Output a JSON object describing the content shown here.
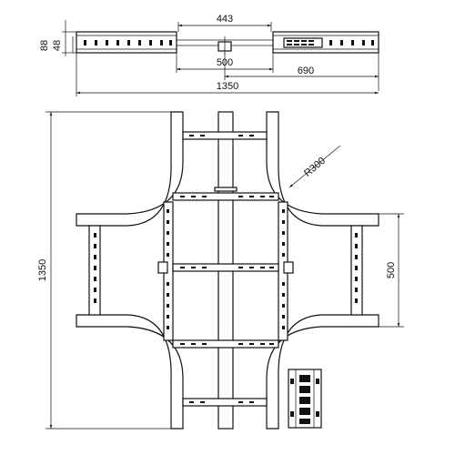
{
  "drawing": {
    "dimensions": {
      "height_a": "88",
      "height_b": "48",
      "gap_top": "443",
      "span_inner": "500",
      "half_width": "690",
      "total_width_top": "1350",
      "total_height": "1350",
      "side_module": "500",
      "radius": "R300"
    },
    "colors": {
      "line": "#111111",
      "background": "#ffffff"
    }
  }
}
